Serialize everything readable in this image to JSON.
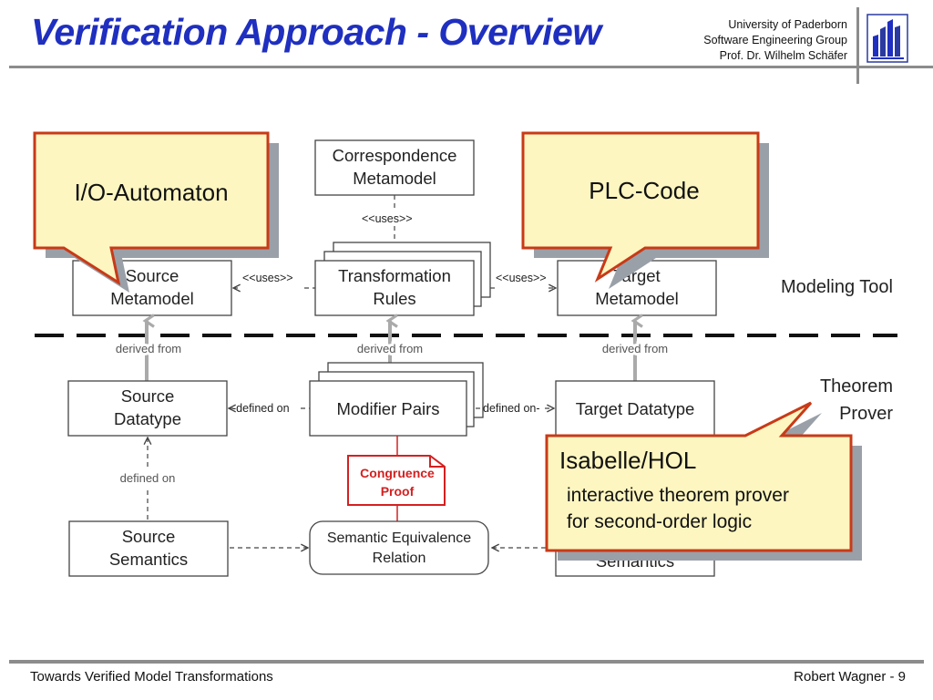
{
  "slide": {
    "title": "Verification Approach - Overview",
    "affiliation": [
      "University of Paderborn",
      "Software Engineering Group",
      "Prof. Dr. Wilhelm Schäfer"
    ]
  },
  "diagram": {
    "boxes": {
      "correspondence": [
        "Correspondence",
        "Metamodel"
      ],
      "source_metamodel": [
        "Source",
        "Metamodel"
      ],
      "transformation_rules": [
        "Transformation",
        "Rules"
      ],
      "target_metamodel": [
        "Target",
        "Metamodel"
      ],
      "source_datatype": [
        "Source",
        "Datatype"
      ],
      "modifier_pairs": "Modifier Pairs",
      "target_datatype": "Target Datatype",
      "source_semantics": [
        "Source",
        "Semantics"
      ],
      "semantic_equivalence": [
        "Semantic Equivalence",
        "Relation"
      ],
      "target_semantics_visible": "Semantics",
      "congruence_proof": [
        "Congruence",
        "Proof"
      ]
    },
    "labels": {
      "uses": "<<uses>>",
      "derived_from": "derived from",
      "defined_on": "defined on",
      "defined_on_left": "-defined on",
      "defined_on_right": "defined on-"
    },
    "zones": {
      "modeling_tool": "Modeling Tool",
      "theorem_prover": [
        "Theorem",
        "Prover"
      ]
    }
  },
  "callouts": {
    "io_automaton": "I/O-Automaton",
    "plc_code": "PLC-Code",
    "isabelle": {
      "title": "Isabelle/HOL",
      "lines": [
        "interactive theorem prover",
        "for second-order logic"
      ]
    }
  },
  "colors": {
    "title": "#1f2fbf",
    "callout_fill": "#fdf6c0",
    "callout_border": "#c83a18",
    "congruence": "#d42020"
  },
  "footer": {
    "left": "Towards Verified Model Transformations",
    "right": "Robert Wagner - 9"
  }
}
